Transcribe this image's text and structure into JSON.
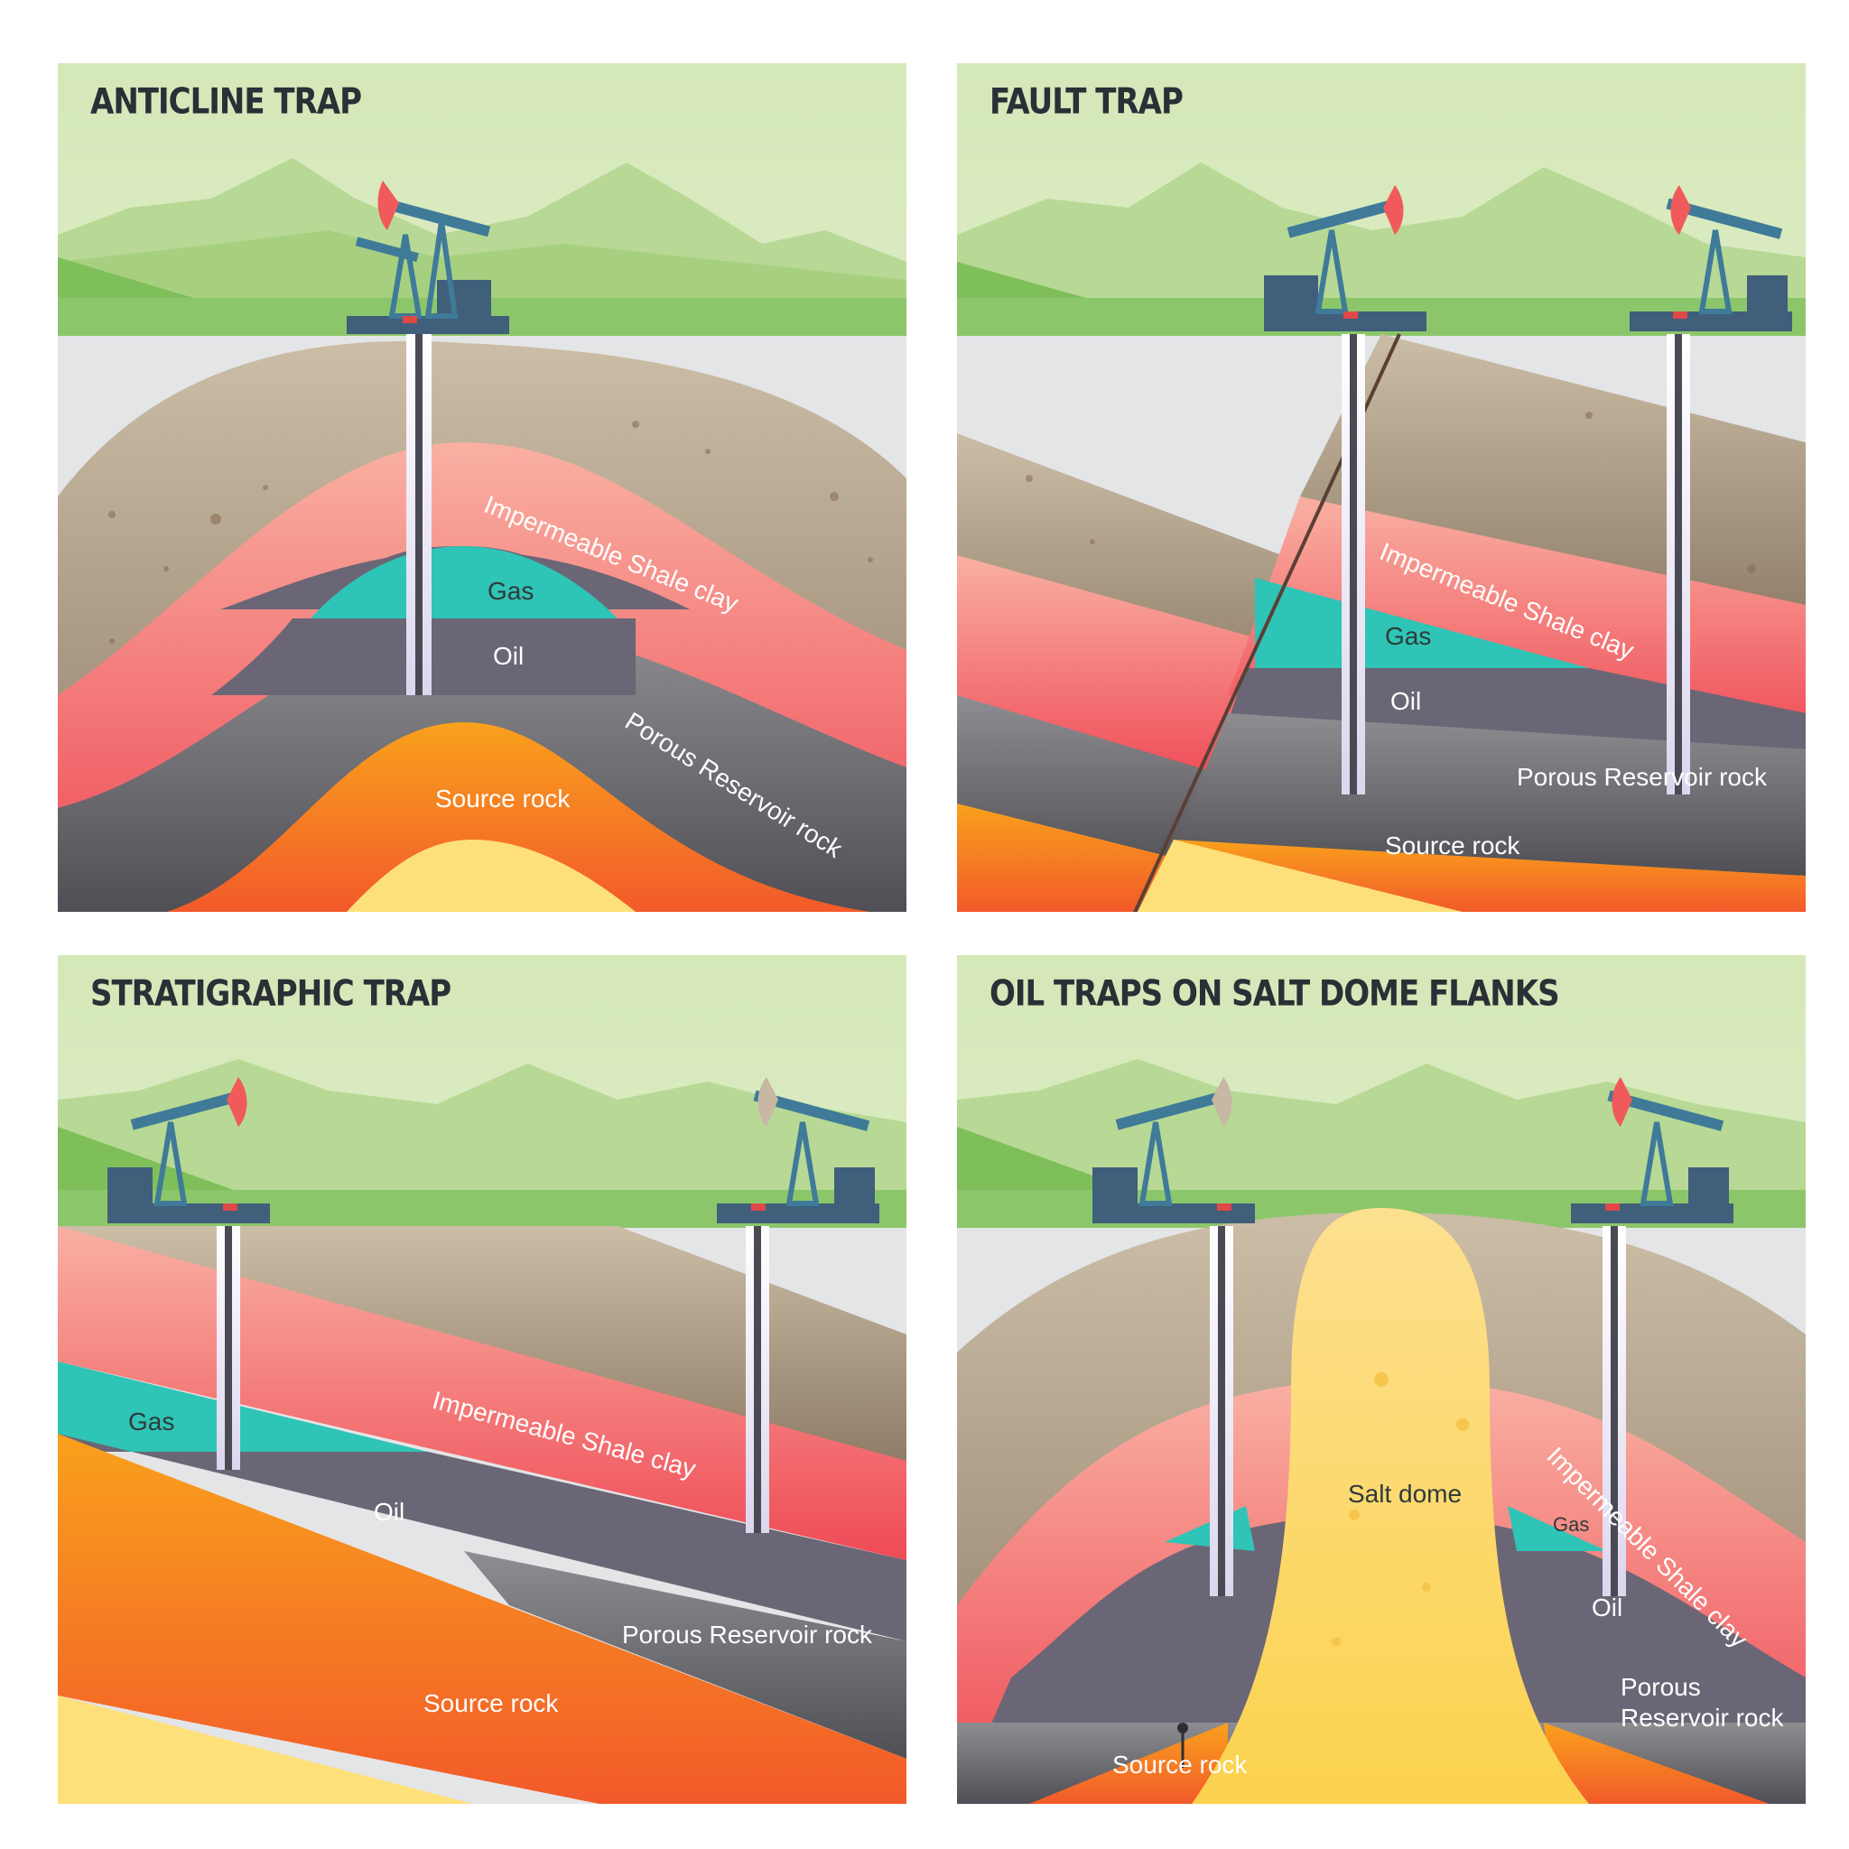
{
  "panels": {
    "anticline": {
      "title": "ANTICLINE TRAP",
      "labels": {
        "shale": "Impermeable Shale clay",
        "gas": "Gas",
        "oil": "Oil",
        "reservoir": "Porous Reservoir rock",
        "source": "Source rock"
      }
    },
    "fault": {
      "title": "FAULT TRAP",
      "labels": {
        "shale": "Impermeable Shale clay",
        "gas": "Gas",
        "oil": "Oil",
        "reservoir": "Porous Reservoir rock",
        "source": "Source rock"
      }
    },
    "stratigraphic": {
      "title": "STRATIGRAPHIC TRAP",
      "labels": {
        "gas": "Gas",
        "shale": "Impermeable Shale clay",
        "oil": "Oil",
        "reservoir": "Porous Reservoir rock",
        "source": "Source rock"
      }
    },
    "saltdome": {
      "title": "OIL TRAPS ON SALT DOME FLANKS",
      "labels": {
        "salt": "Salt dome",
        "gas": "Gas",
        "shale": "Impermeable Shale clay",
        "oil": "Oil",
        "reservoir_line1": "Porous",
        "reservoir_line2": "Reservoir rock",
        "source": "Source rock"
      }
    }
  },
  "colors": {
    "sky": "#dcebc4",
    "mountain": "#b7d995",
    "ground": "#8cc66a",
    "surface": "#e4e5e7",
    "overburden": "#b9a68c",
    "shale": "#f3646a",
    "gas": "#2ec4b6",
    "oil": "#6b6675",
    "reservoir": "#77777d",
    "source": "#f78a1e",
    "salt": "#fbd56a",
    "pump": "#3f7a99"
  }
}
